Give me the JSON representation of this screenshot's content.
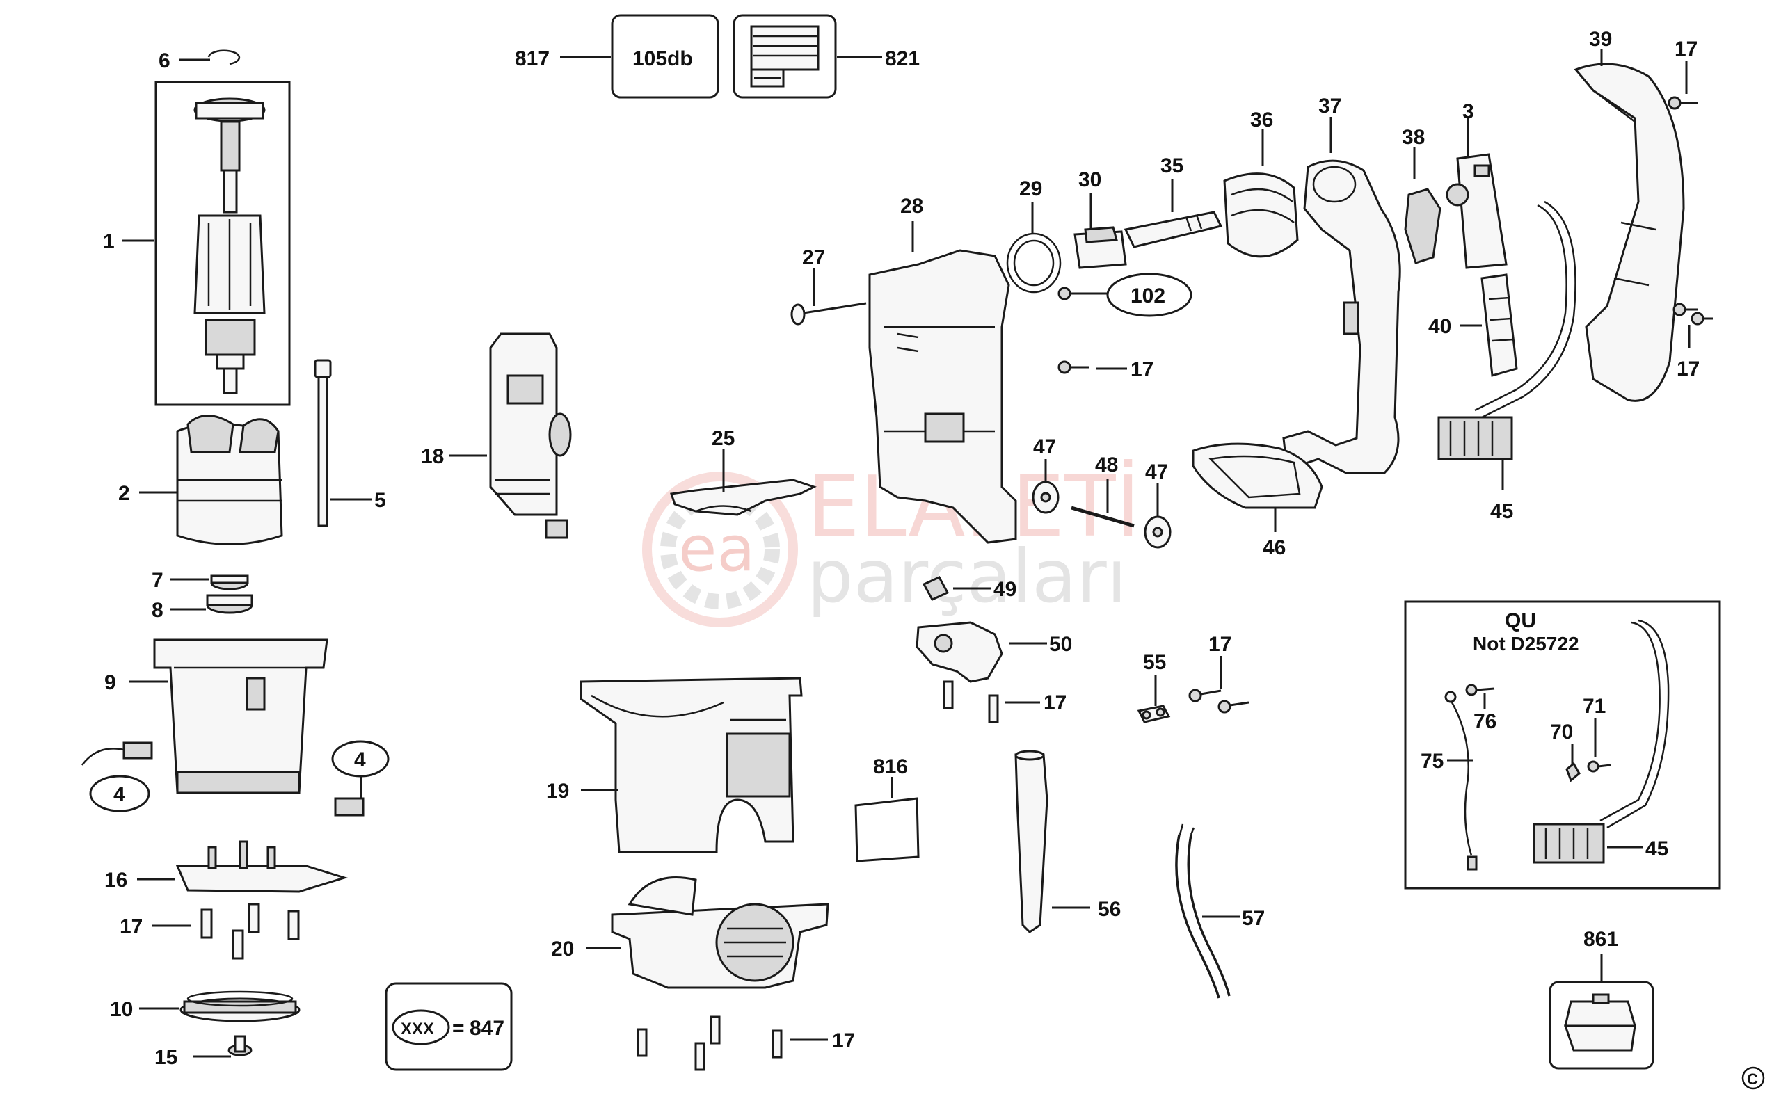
{
  "watermark": {
    "line1": "ELALETİ",
    "line2": "parçaları",
    "mark": "ea"
  },
  "labels": {
    "l1": "1",
    "l2": "2",
    "l3": "3",
    "l4a": "4",
    "l4b": "4",
    "l5": "5",
    "l6": "6",
    "l7": "7",
    "l8": "8",
    "l9": "9",
    "l10": "10",
    "l15": "15",
    "l16": "16",
    "l17a": "17",
    "l17b": "17",
    "l17c": "17",
    "l17d": "17",
    "l17e": "17",
    "l17f": "17",
    "l17g": "17",
    "l18": "18",
    "l19": "19",
    "l20": "20",
    "l25": "25",
    "l27": "27",
    "l28": "28",
    "l29": "29",
    "l30": "30",
    "l35": "35",
    "l36": "36",
    "l37": "37",
    "l38": "38",
    "l39": "39",
    "l40": "40",
    "l45a": "45",
    "l45b": "45",
    "l46": "46",
    "l47a": "47",
    "l47b": "47",
    "l48": "48",
    "l49": "49",
    "l50": "50",
    "l55": "55",
    "l56": "56",
    "l57": "57",
    "l70": "70",
    "l71": "71",
    "l75": "75",
    "l76": "76",
    "l102": "102",
    "l816": "816",
    "l817": "817",
    "l821": "821",
    "l847": "847",
    "l861": "861",
    "lxxx": "XXX",
    "leq": "=",
    "l105db": "105db"
  },
  "inset": {
    "title": "QU",
    "subtitle": "Not D25722"
  },
  "copyright": "C"
}
